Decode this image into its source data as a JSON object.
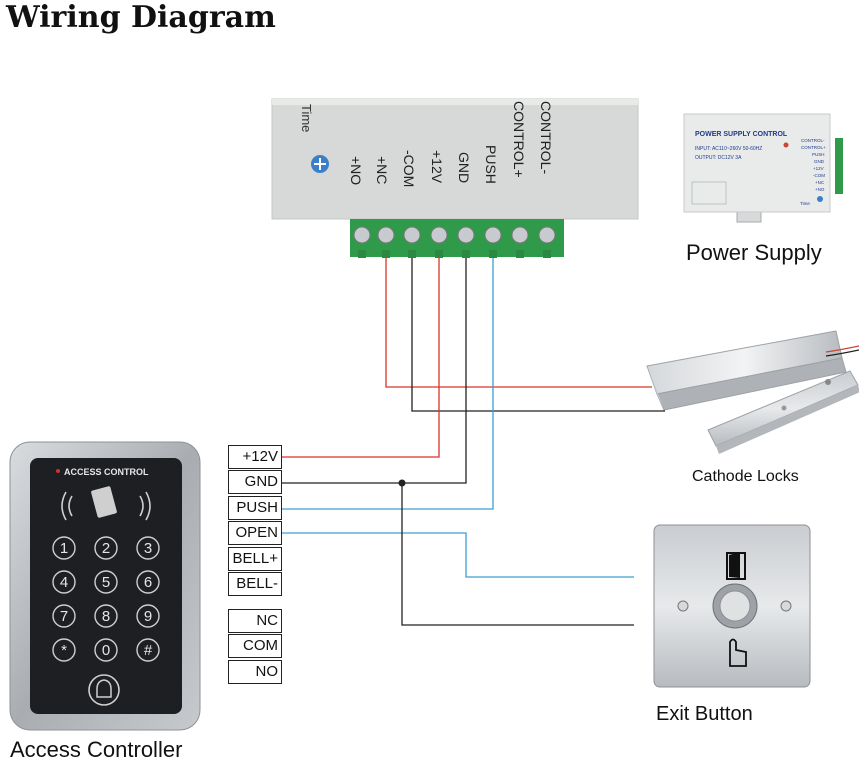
{
  "title": "Wiring Diagram",
  "power_supply_panel": {
    "left_text": "Time",
    "terminal_labels": [
      "+NO",
      "+NC",
      "-COM",
      "+12V",
      "GND",
      "PUSH",
      "CONTROL+",
      "CONTROL-"
    ]
  },
  "power_supply_thumb": {
    "header": "POWER SUPPLY CONTROL",
    "input_line": "INPUT: AC110~260V 50-60HZ",
    "output_line": "OUTPUT: DC12V  3A",
    "side_labels": [
      "CONTROL-",
      "CONTROL+",
      "PUSH",
      "GND",
      "+12V",
      "-COM",
      "+NC",
      "+NO"
    ],
    "footer": "Time",
    "caption": "Power Supply"
  },
  "lock": {
    "caption": "Cathode Locks"
  },
  "exit_button": {
    "caption": "Exit Button"
  },
  "keypad": {
    "header": "ACCESS CONTROL",
    "keys": [
      "1",
      "2",
      "3",
      "4",
      "5",
      "6",
      "7",
      "8",
      "9",
      "*",
      "0",
      "#"
    ],
    "caption": "Access Controller"
  },
  "controller_terminals": {
    "group1": [
      "+12V",
      "GND",
      "PUSH",
      "OPEN",
      "BELL+",
      "BELL-"
    ],
    "group2": [
      "NC",
      "COM",
      "NO"
    ]
  },
  "colors": {
    "red_wire": "#d9342b",
    "black_wire": "#222222",
    "blue_wire": "#3aa0d0"
  }
}
